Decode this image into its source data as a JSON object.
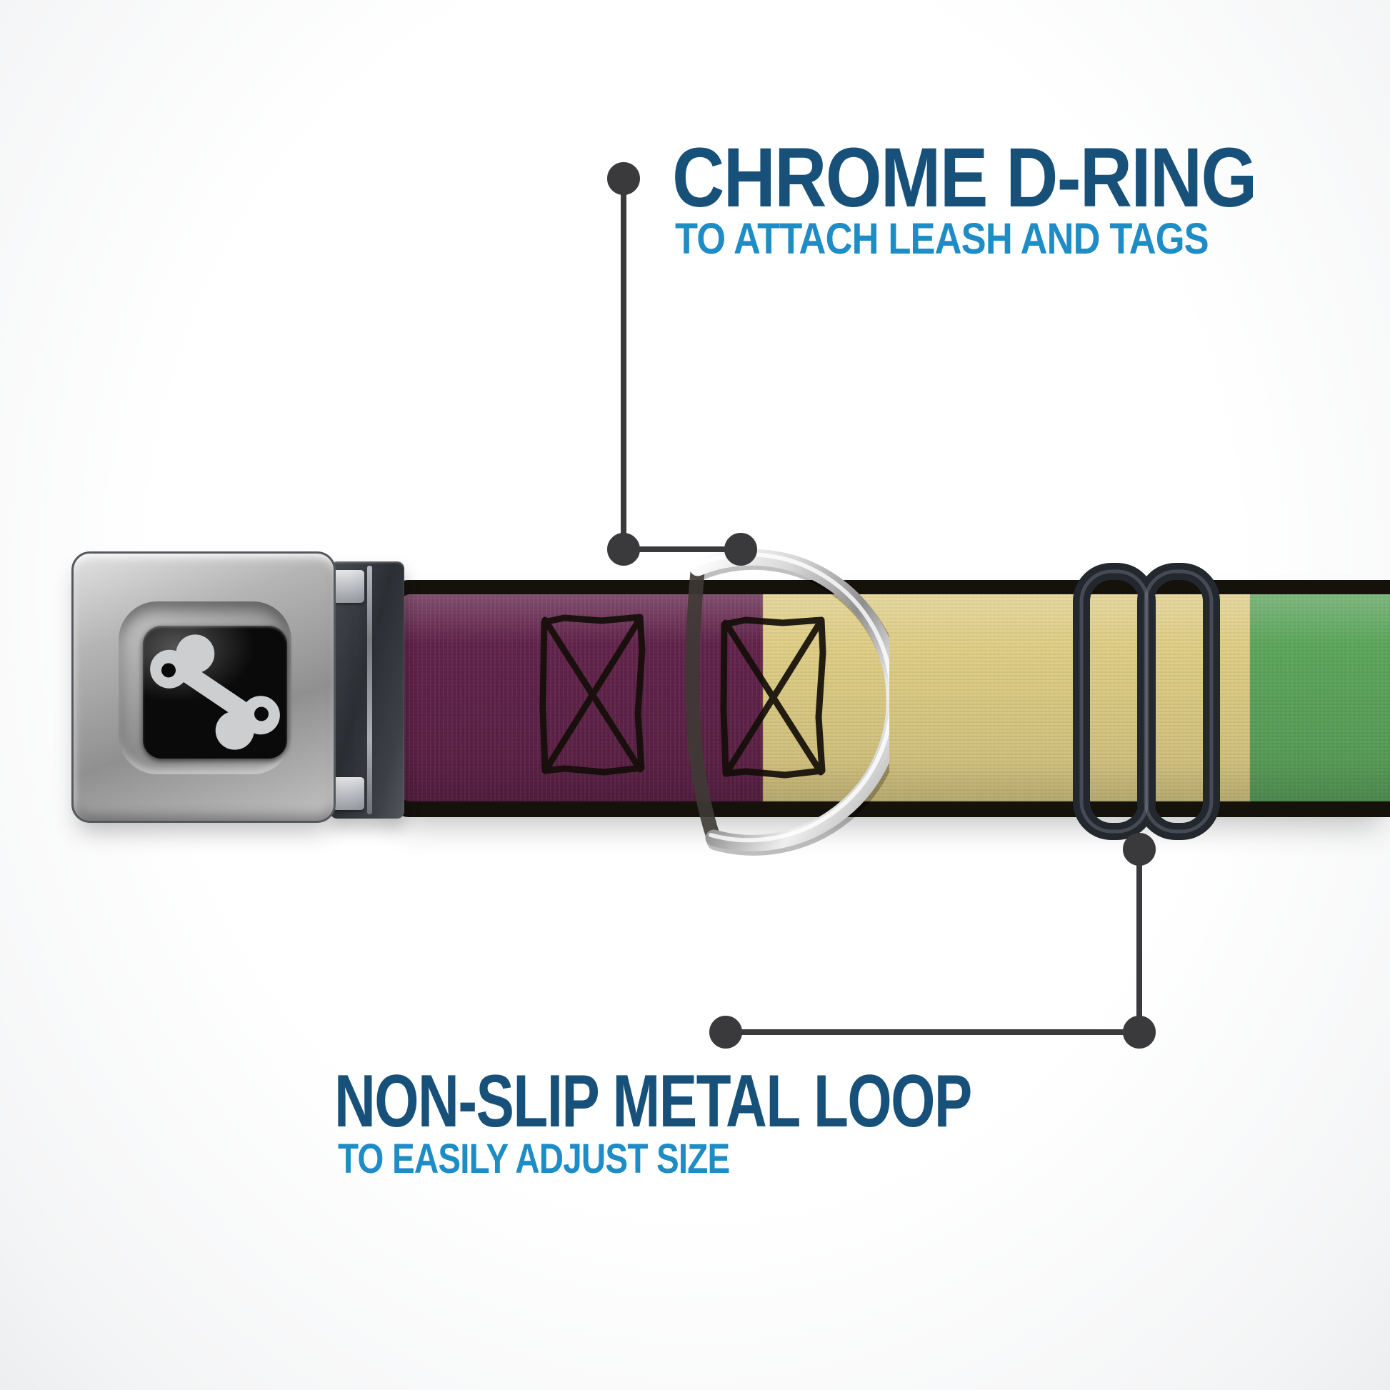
{
  "page": {
    "type": "annotated-product-image",
    "product": "seatbelt-buckle dog collar with striped webbing"
  },
  "callouts": {
    "top": {
      "title": "CHROME D-RING",
      "subtitle": "TO ATTACH LEASH AND TAGS",
      "points_to": "d-ring"
    },
    "bottom": {
      "title": "NON-SLIP METAL LOOP",
      "subtitle": "TO EASILY ADJUST SIZE",
      "points_to": "metal-loop"
    }
  },
  "collar": {
    "buckle_logo_icon": "dog-bone-icon",
    "hardware": [
      "seatbelt-buckle",
      "chrome-d-ring",
      "black-metal-adjuster-loop"
    ],
    "webbing_sections": [
      {
        "name": "maroon",
        "color": "#61234a"
      },
      {
        "name": "yellow",
        "color": "#dfce86"
      },
      {
        "name": "green",
        "color": "#5ca55c"
      }
    ],
    "stitching": "two black box-x stitches around d-ring"
  },
  "colors": {
    "title": "#17517a",
    "subtitle": "#1e8cc5",
    "callout_line": "#3a3a3c",
    "strap_maroon": "#61234a",
    "strap_yellow": "#dfce86",
    "strap_green": "#5ca55c",
    "strap_edge_black": "#15110b",
    "buckle_silver": "#ababab",
    "loop_black": "#23272e",
    "dring_chrome": "#d8d8d8",
    "background": "#ffffff"
  }
}
